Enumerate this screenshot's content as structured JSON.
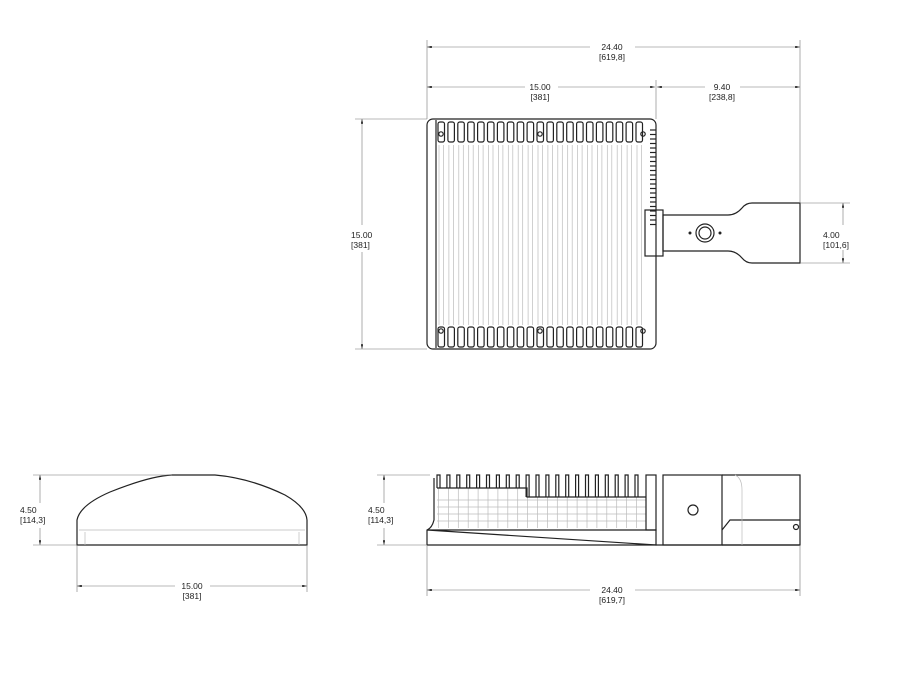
{
  "top_view": {
    "overall_length": {
      "value": "24.40",
      "metric": "[619,8]"
    },
    "body_width": {
      "value": "15.00",
      "metric": "[381]"
    },
    "arm_length": {
      "value": "9.40",
      "metric": "[238,8]"
    },
    "body_depth": {
      "value": "15.00",
      "metric": "[381]"
    },
    "arm_width": {
      "value": "4.00",
      "metric": "[101,6]"
    }
  },
  "front_view": {
    "height": {
      "value": "4.50",
      "metric": "[114,3]"
    },
    "width": {
      "value": "15.00",
      "metric": "[381]"
    }
  },
  "side_view": {
    "height": {
      "value": "4.50",
      "metric": "[114,3]"
    },
    "overall_length": {
      "value": "24.40",
      "metric": "[619,7]"
    }
  }
}
